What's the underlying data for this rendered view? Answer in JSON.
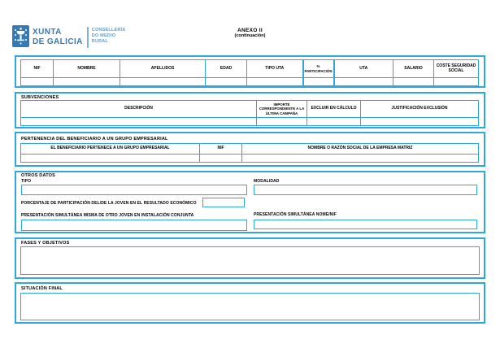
{
  "page": {
    "title": "ANEXO II",
    "subtitle": "(continuación)"
  },
  "logo": {
    "brand_line1": "XUNTA",
    "brand_line2": "DE GALICIA",
    "dept_line1": "CONSELLERÍA",
    "dept_line2": "DO MEDIO",
    "dept_line3": "RURAL"
  },
  "colors": {
    "form_border_blue": "#2da7dc",
    "brand_blue": "#3579b5",
    "dept_blue": "#5f9fd2",
    "text": "#000000"
  },
  "members_table": {
    "headers": [
      "NIF",
      "NOMBRE",
      "APELLIDOS",
      "EDAD",
      "TIPO UTA",
      "% PARTICIPACIÓN",
      "UTA",
      "SALARIO",
      "COSTE SEGURIDAD SOCIAL"
    ]
  },
  "subsidies": {
    "section_title": "SUBVENCIONES",
    "headers": [
      "DESCRIPCIÓN",
      "IMPORTE CORRESPONDIENTE A LA ÚLTIMA CAMPAÑA",
      "EXCLUIR EN CÁLCULO",
      "JUSTIFICACIÓN EXCLUSIÓN"
    ]
  },
  "group_membership": {
    "section_title": "PERTENENCIA DEL BENEFICIARIO A UN GRUPO EMPRESARIAL",
    "headers": [
      "EL BENEFICIARIO PERTENECE A UN GRUPO EMPRESARIAL",
      "NIF",
      "NOMBRE O RAZÓN SOCIAL DE LA EMPRESA MATRIZ"
    ]
  },
  "other_data": {
    "section_title": "OTROS DATOS",
    "tipo_label": "TIPO",
    "modalidad_label": "MODALIDAD",
    "porcentaje_label": "PORCENTAJE DE PARTICIPACIÓN DEL/DE LA JOVEN EN EL RESULTADO ECONÓMICO",
    "presentacion_label": "PRESENTACIÓN SIMULTÁNEA MISMA DE OTRO JOVEN EN INSTALACIÓN CONJUNTA",
    "presentacion_nif_label": "PRESENTACIÓN SIMULTÁNEA NOME/NIF"
  },
  "fases": {
    "section_title": "FASES Y OBJETIVOS"
  },
  "situacion": {
    "section_title": "SITUACIÓN FINAL"
  }
}
